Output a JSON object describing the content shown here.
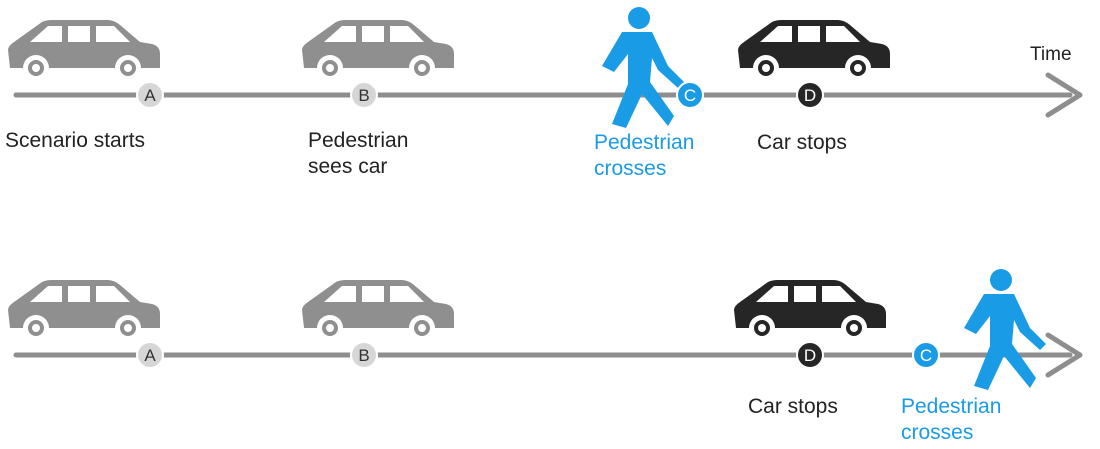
{
  "axis_label": "Time",
  "colors": {
    "line": "#8e8e8e",
    "car_light": "#8f8f8f",
    "car_dark": "#262626",
    "pedestrian": "#1a9be6",
    "marker_light": "#d6d6d6",
    "marker_dark": "#262626",
    "text": "#222222"
  },
  "timelines": [
    {
      "id": "scenario-1",
      "events": [
        {
          "id": "A",
          "marker": "A",
          "label": "Scenario starts",
          "icon": "car-light-icon"
        },
        {
          "id": "B",
          "marker": "B",
          "label": "Pedestrian\nsees car",
          "icon": "car-light-icon"
        },
        {
          "id": "C",
          "marker": "C",
          "label": "Pedestrian\ncrosses",
          "icon": "pedestrian-icon"
        },
        {
          "id": "D",
          "marker": "D",
          "label": "Car stops",
          "icon": "car-dark-icon"
        }
      ]
    },
    {
      "id": "scenario-2",
      "events": [
        {
          "id": "A",
          "marker": "A",
          "label": "",
          "icon": "car-light-icon"
        },
        {
          "id": "B",
          "marker": "B",
          "label": "",
          "icon": "car-light-icon"
        },
        {
          "id": "D",
          "marker": "D",
          "label": "Car stops",
          "icon": "car-dark-icon"
        },
        {
          "id": "C",
          "marker": "C",
          "label": "Pedestrian\ncrosses",
          "icon": "pedestrian-icon"
        }
      ]
    }
  ]
}
